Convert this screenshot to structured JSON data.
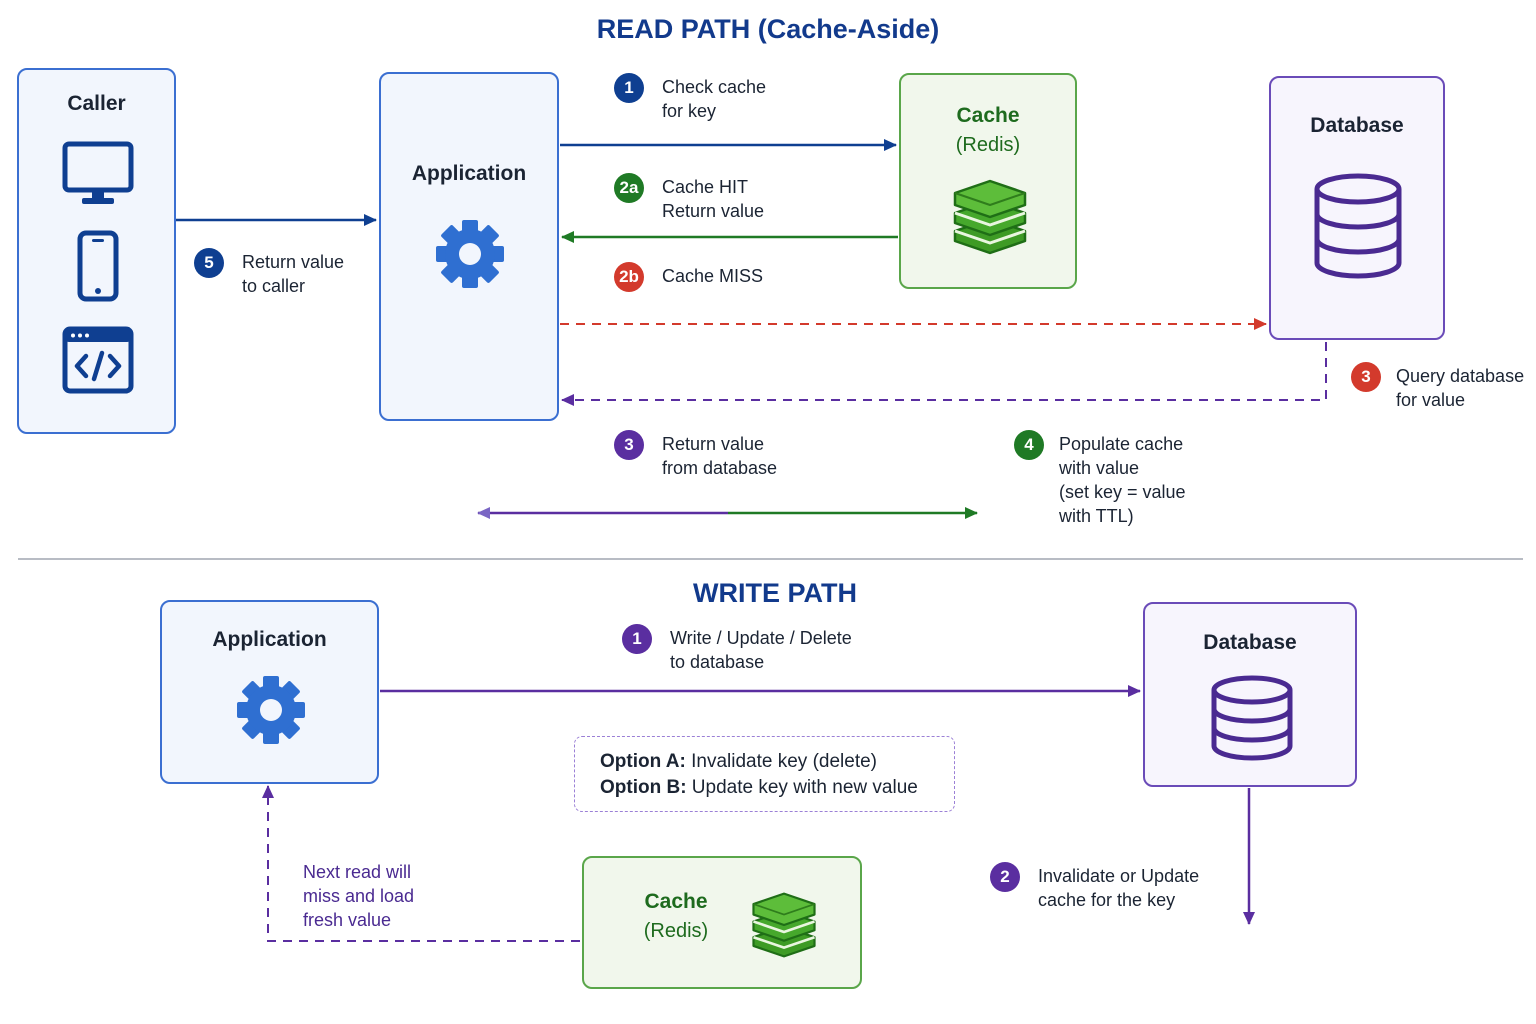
{
  "read": {
    "title": "READ PATH (Cache-Aside)",
    "caller": {
      "title": "Caller",
      "icons": [
        "monitor-icon",
        "phone-icon",
        "code-window-icon"
      ]
    },
    "application": {
      "title": "Application",
      "icon": "gear-icon"
    },
    "cache": {
      "title": "Cache",
      "subtitle": "(Redis)",
      "icon": "stack-icon"
    },
    "database": {
      "title": "Database",
      "icon": "database-icon"
    },
    "steps": {
      "s1": {
        "badge": "1",
        "line1": "Check cache",
        "line2": "for key"
      },
      "s2a": {
        "badge": "2a",
        "line1": "Cache HIT",
        "line2": "Return value"
      },
      "s2b": {
        "badge": "2b",
        "line1": "Cache MISS"
      },
      "s3q": {
        "badge": "3",
        "line1": "Query database",
        "line2": "for value"
      },
      "s3r": {
        "badge": "3",
        "line1": "Return value",
        "line2": "from database"
      },
      "s4": {
        "badge": "4",
        "line1": "Populate cache",
        "line2": "with value",
        "line3": "(set key = value",
        "line4": "with TTL)"
      },
      "s5": {
        "badge": "5",
        "line1": "Return value",
        "line2": "to caller"
      }
    }
  },
  "write": {
    "title": "WRITE PATH",
    "application": {
      "title": "Application",
      "icon": "gear-icon"
    },
    "database": {
      "title": "Database",
      "icon": "database-icon"
    },
    "cache": {
      "title": "Cache",
      "subtitle": "(Redis)",
      "icon": "stack-icon"
    },
    "steps": {
      "s1": {
        "badge": "1",
        "line1": "Write / Update / Delete",
        "line2": "to database"
      },
      "s2": {
        "badge": "2",
        "line1": "Invalidate or Update",
        "line2": "cache for the key"
      }
    },
    "options": {
      "a_label": "Option A:",
      "a_text": " Invalidate key (delete)",
      "b_label": "Option B:",
      "b_text": " Update key with new value"
    },
    "note": {
      "line1": "Next read will",
      "line2": "miss and load",
      "line3": "fresh value"
    }
  },
  "colors": {
    "navy": "#0f3f91",
    "green": "#1f7a25",
    "red": "#d33a2c",
    "purple": "#5a2ea0",
    "box_blue": "#3b6fd1",
    "box_green": "#5aa64a",
    "box_purple": "#6a4bb8"
  }
}
